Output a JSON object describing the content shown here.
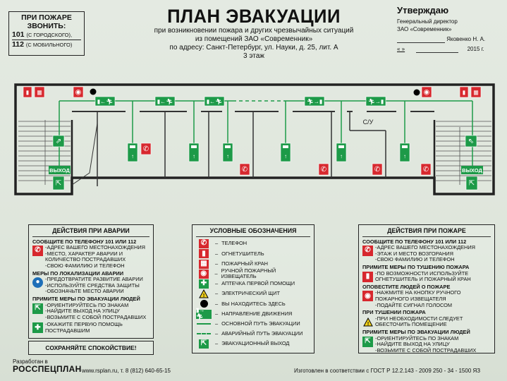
{
  "call_box": {
    "heading_1": "ПРИ ПОЖАРЕ",
    "heading_2": "ЗВОНИТЬ:",
    "city_number": "101",
    "city_note": "(С ГОРОДСКОГО),",
    "mobile_number": "112",
    "mobile_note": "(С МОБИЛЬНОГО)"
  },
  "header": {
    "title": "ПЛАН ЭВАКУАЦИИ",
    "subtitle_1": "при возникновении пожара и других чрезвычайных ситуаций",
    "subtitle_2": "из помещений ЗАО «Современник»",
    "address": "по адресу: Санкт-Петербург, ул. Науки, д. 25, лит. А",
    "floor": "3 этаж"
  },
  "approval": {
    "heading": "Утверждаю",
    "position": "Генеральный директор",
    "company": "ЗАО «Современник»",
    "signatory": "Яковенко Н. А.",
    "date_quotes": "«    »",
    "year": "2015 г."
  },
  "plan": {
    "restroom_label": "С/У",
    "exit_label_left": "ВЫХОД",
    "exit_label_right": "ВЫХОД",
    "colors": {
      "green": "#1d9a48",
      "red": "#d7282e",
      "wall": "#222222"
    }
  },
  "accident_panel": {
    "title": "ДЕЙСТВИЯ ПРИ АВАРИИ",
    "sections": [
      {
        "heading": "СООБЩИТЕ ПО ТЕЛЕФОНУ  101 ИЛИ 112",
        "icon": "phone-icon",
        "lines": [
          "-АДРЕС ВАШЕГО МЕСТОНАХОЖДЕНИЯ",
          "-МЕСТО, ХАРАКТЕР АВАРИИ И",
          "КОЛИЧЕСТВО ПОСТРАДАВШИХ",
          "-СВОЮ ФАМИЛИЮ И  ТЕЛЕФОН"
        ]
      },
      {
        "heading": "МЕРЫ ПО ЛОКАЛИЗАЦИИ АВАРИИ",
        "icon": "protection-icon",
        "lines": [
          "-ПРЕДОТВРАТИТЕ РАЗВИТИЕ АВАРИИ",
          "-ИСПОЛЬЗУЙТЕ СРЕДСТВА ЗАЩИТЫ",
          "-ОБОЗНАЧЬТЕ МЕСТО АВАРИИ"
        ]
      },
      {
        "heading": "ПРИМИТЕ МЕРЫ ПО ЭВАКУАЦИИ ЛЮДЕЙ",
        "icon": "exit-icon",
        "lines": [
          "-ОРИЕНТИРУЙТЕСЬ ПО ЗНАКАМ",
          "-НАЙДИТЕ ВЫХОД НА УЛИЦУ",
          "-ВОЗЬМИТЕ С СОБОЙ ПОСТРАДАВШИХ"
        ]
      },
      {
        "heading": "",
        "icon": "first-aid-icon",
        "lines": [
          "-ОКАЖИТЕ ПЕРВУЮ ПОМОЩЬ",
          "ПОСТРАДАВШИМ"
        ]
      }
    ],
    "calm_message": "СОХРАНЯЙТЕ  СПОКОЙСТВИЕ!"
  },
  "legend": {
    "title": "УСЛОВНЫЕ ОБОЗНАЧЕНИЯ",
    "items": [
      {
        "icon": "phone-icon",
        "label": "ТЕЛЕФОН"
      },
      {
        "icon": "extinguisher-icon",
        "label": "ОГНЕТУШИТЕЛЬ"
      },
      {
        "icon": "fire-hose-icon",
        "label": "ПОЖАРНЫЙ КРАН"
      },
      {
        "icon": "fire-alarm-icon",
        "label": "РУЧНОЙ ПОЖАРНЫЙ ИЗВЕЩАТЕЛЬ"
      },
      {
        "icon": "first-aid-icon",
        "label": "АПТЕЧКА ПЕРВОЙ ПОМОЩИ"
      },
      {
        "icon": "electric-hazard-icon",
        "label": "ЭЛЕКТРИЧЕСКИЙ ЩИТ"
      },
      {
        "icon": "you-are-here-icon",
        "label": "ВЫ НАХОДИТЕСЬ ЗДЕСЬ"
      },
      {
        "icon": "direction-sign-icon",
        "label": "НАПРАВЛЕНИЕ ДВИЖЕНИЯ"
      },
      {
        "icon": "main-route-line-icon",
        "label": "ОСНОВНОЙ ПУТЬ ЭВАКУАЦИИ"
      },
      {
        "icon": "emergency-route-line-icon",
        "label": "АВАРИЙНЫЙ ПУТЬ ЭВАКУАЦИИ"
      },
      {
        "icon": "exit-icon",
        "label": "ЭВАКУАЦИОННЫЙ ВЫХОД"
      }
    ]
  },
  "fire_panel": {
    "title": "ДЕЙСТВИЯ ПРИ ПОЖАРЕ",
    "sections": [
      {
        "heading": "СООБЩИТЕ ПО ТЕЛЕФОНУ  101 ИЛИ 112",
        "icon": "phone-icon",
        "lines": [
          "-АДРЕС ВАШЕГО МЕСТОНАХОЖДЕНИЯ",
          "-ЭТАЖ И МЕСТО ВОЗГОРАНИЯ",
          "-СВОЮ ФАМИЛИЮ И  ТЕЛЕФОН"
        ]
      },
      {
        "heading": "ПРИМИТЕ МЕРЫ ПО ТУШЕНИЮ ПОЖАРА",
        "icon": "extinguisher-icon",
        "lines": [
          "-ПО ВОЗМОЖНОСТИ ИСПОЛЬЗУЙТЕ",
          "ОГНЕТУШИТЕЛЬ И ПОЖАРНЫЙ КРАН"
        ]
      },
      {
        "heading": "ОПОВЕСТИТЕ ЛЮДЕЙ О ПОЖАРЕ",
        "icon": "fire-alarm-icon",
        "lines": [
          "-НАЖМИТЕ НА КНОПКУ РУЧНОГО",
          "ПОЖАРНОГО ИЗВЕЩАТЕЛЯ",
          "-ПОДАЙТЕ СИГНАЛ ГОЛОСОМ"
        ]
      },
      {
        "heading": "ПРИ ТУШЕНИИ ПОЖАРА",
        "icon": "electric-hazard-icon",
        "lines": [
          "-ПРИ НЕОБХОДИМОСТИ СЛЕДУЕТ",
          "ОБЕСТОЧИТЬ ПОМЕЩЕНИЕ"
        ]
      },
      {
        "heading": "ПРИМИТЕ МЕРЫ ПО ЭВАКУАЦИИ ЛЮДЕЙ",
        "icon": "exit-icon",
        "lines": [
          "-ОРИЕНТИРУЙТЕСЬ ПО ЗНАКАМ",
          "-НАЙДИТЕ ВЫХОД НА УЛИЦУ",
          "-ВОЗЬМИТЕ С СОБОЙ ПОСТРАДАВШИХ"
        ]
      }
    ]
  },
  "footer": {
    "developed_by": "Разработан в",
    "brand": "РОССПЕЦПЛАН",
    "contacts": "www.rsplan.ru, т. 8 (812) 640-65-15",
    "standard": "Изготовлен в соответствии с ГОСТ Р 12.2.143 - 2009 250 - 34 - 1500 ЯЗ"
  }
}
